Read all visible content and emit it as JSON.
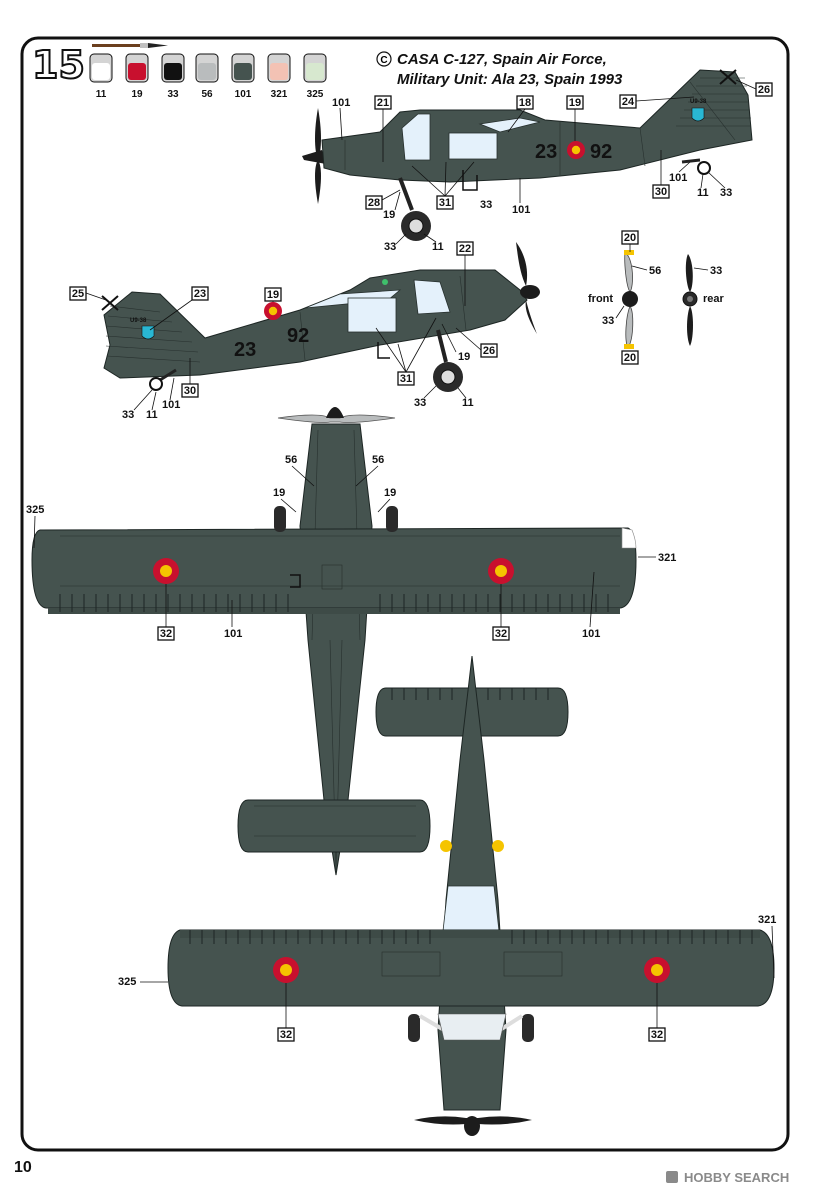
{
  "step_number": "15",
  "option_letter": "C",
  "title_line1": "CASA C-127, Spain Air Force,",
  "title_line2": "Military Unit: Ala 23, Spain 1993",
  "paints": [
    {
      "code": "11",
      "color": "#ffffff"
    },
    {
      "code": "19",
      "color": "#c8102e"
    },
    {
      "code": "33",
      "color": "#111111"
    },
    {
      "code": "56",
      "color": "#b9bcbd"
    },
    {
      "code": "101",
      "color": "#45534f"
    },
    {
      "code": "321",
      "color": "#f3c2b4"
    },
    {
      "code": "325",
      "color": "#d7e8cf"
    }
  ],
  "colors": {
    "aircraft_green": "#45534f",
    "roundel_red": "#c8102e",
    "roundel_yellow": "#f5c400",
    "canopy": "#e4f1fb"
  },
  "registration": {
    "left": "23",
    "right": "92"
  },
  "tail_code": "U9-38",
  "decals": {
    "d18": "18",
    "d19": "19",
    "d20": "20",
    "d21": "21",
    "d22": "22",
    "d23": "23",
    "d24": "24",
    "d25": "25",
    "d26": "26",
    "d28": "28",
    "d30": "30",
    "d31": "31",
    "d32": "32"
  },
  "callouts": {
    "c11": "11",
    "c19": "19",
    "c33": "33",
    "c56": "56",
    "c101": "101",
    "c321": "321",
    "c325": "325"
  },
  "prop_views": {
    "front": "front",
    "rear": "rear"
  },
  "page_number": "10",
  "watermark": "HOBBY SEARCH"
}
